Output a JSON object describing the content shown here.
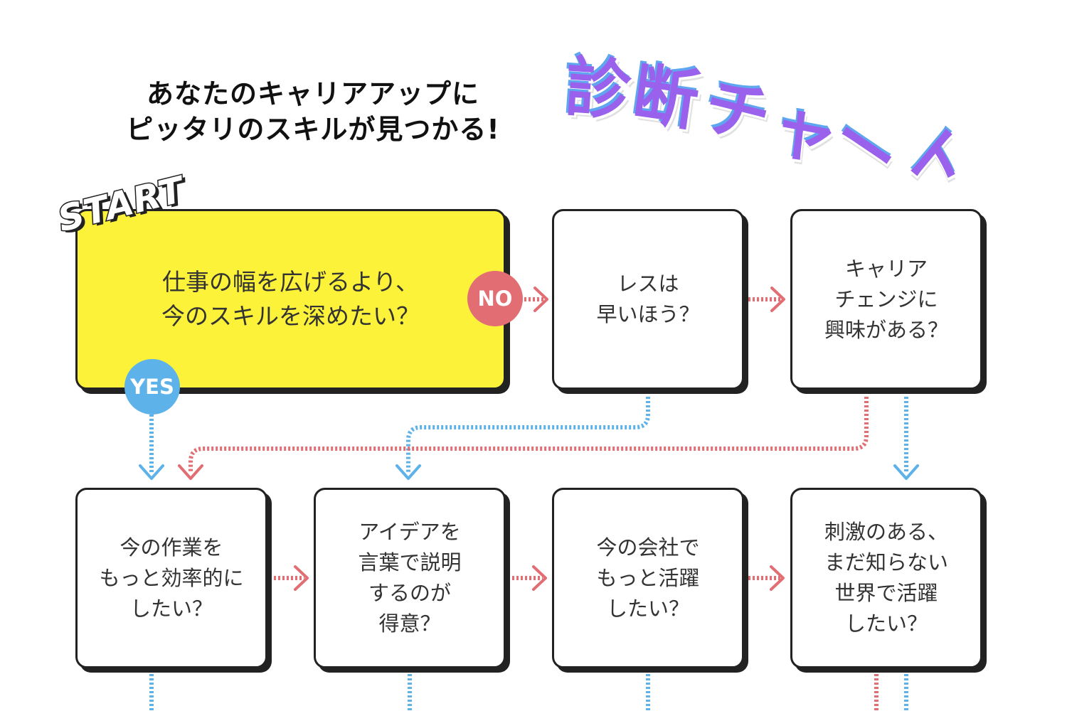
{
  "headline": {
    "line1": "あなたのキャリアアップに",
    "line2": "ピッタリのスキルが見つかる!"
  },
  "title": "診断チャート",
  "start_label": "START",
  "badges": {
    "no": "NO",
    "yes": "YES"
  },
  "questions": {
    "q1": "仕事の幅を広げるより、\n今のスキルを深めたい？",
    "q2": "レスは\n早いほう？",
    "q3": "キャリア\nチェンジに\n興味がある？",
    "q4": "今の作業を\nもっと効率的に\nしたい？",
    "q5": "アイデアを\n言葉で説明\nするのが\n得意？",
    "q6": "今の会社で\nもっと活躍\nしたい？",
    "q7": "刺激のある、\nまだ知らない\n世界で活躍\nしたい？"
  },
  "colors": {
    "yes_path": "#5db2ea",
    "no_path": "#e26e73",
    "start_box": "#fdf23a",
    "title": "#9a62ec"
  }
}
